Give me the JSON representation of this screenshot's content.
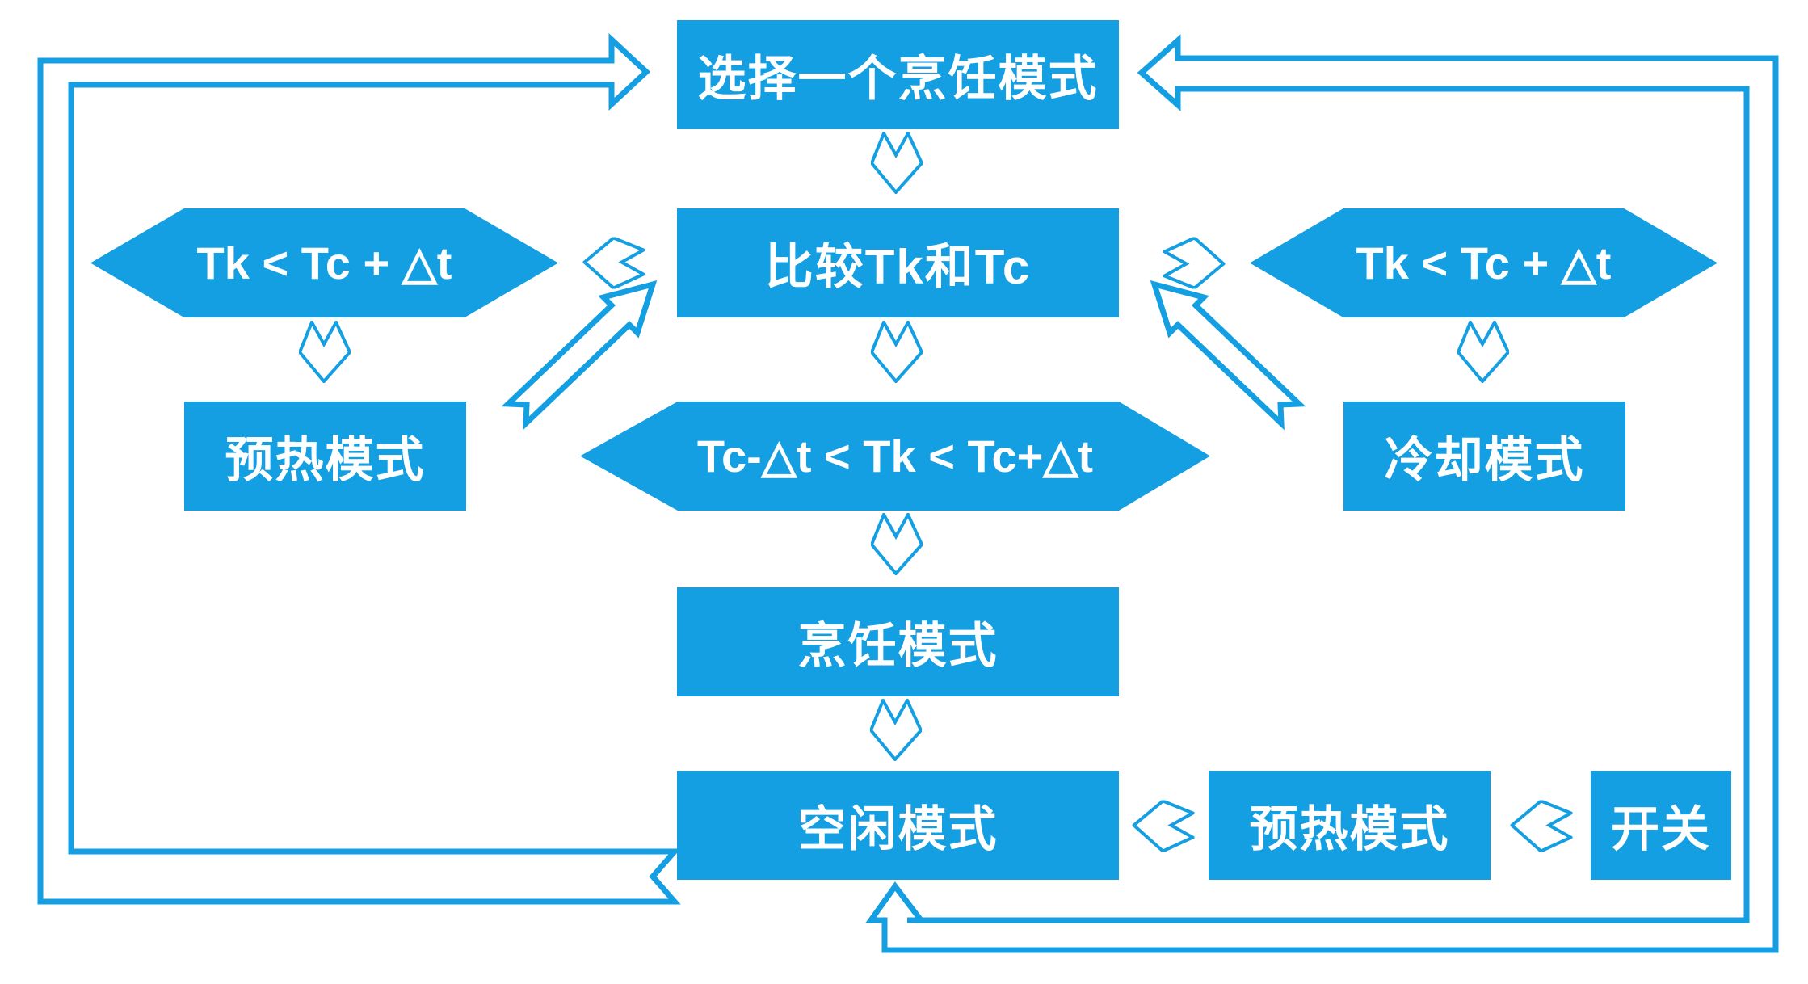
{
  "colors": {
    "accent": "#149FE3",
    "node_text": "#FFFFFF",
    "background": "#FFFFFF"
  },
  "nodes": {
    "select_mode": "选择一个烹饪模式",
    "compare": "比较Tk和Tc",
    "cond_left": "Tk < Tc + △t",
    "cond_right": "Tk < Tc + △t",
    "cond_center": "Tc-△t < Tk < Tc+△t",
    "preheat_left": "预热模式",
    "cooling": "冷却模式",
    "cooking": "烹饪模式",
    "idle": "空闲模式",
    "preheat_bottom": "预热模式",
    "switch": "开关"
  }
}
